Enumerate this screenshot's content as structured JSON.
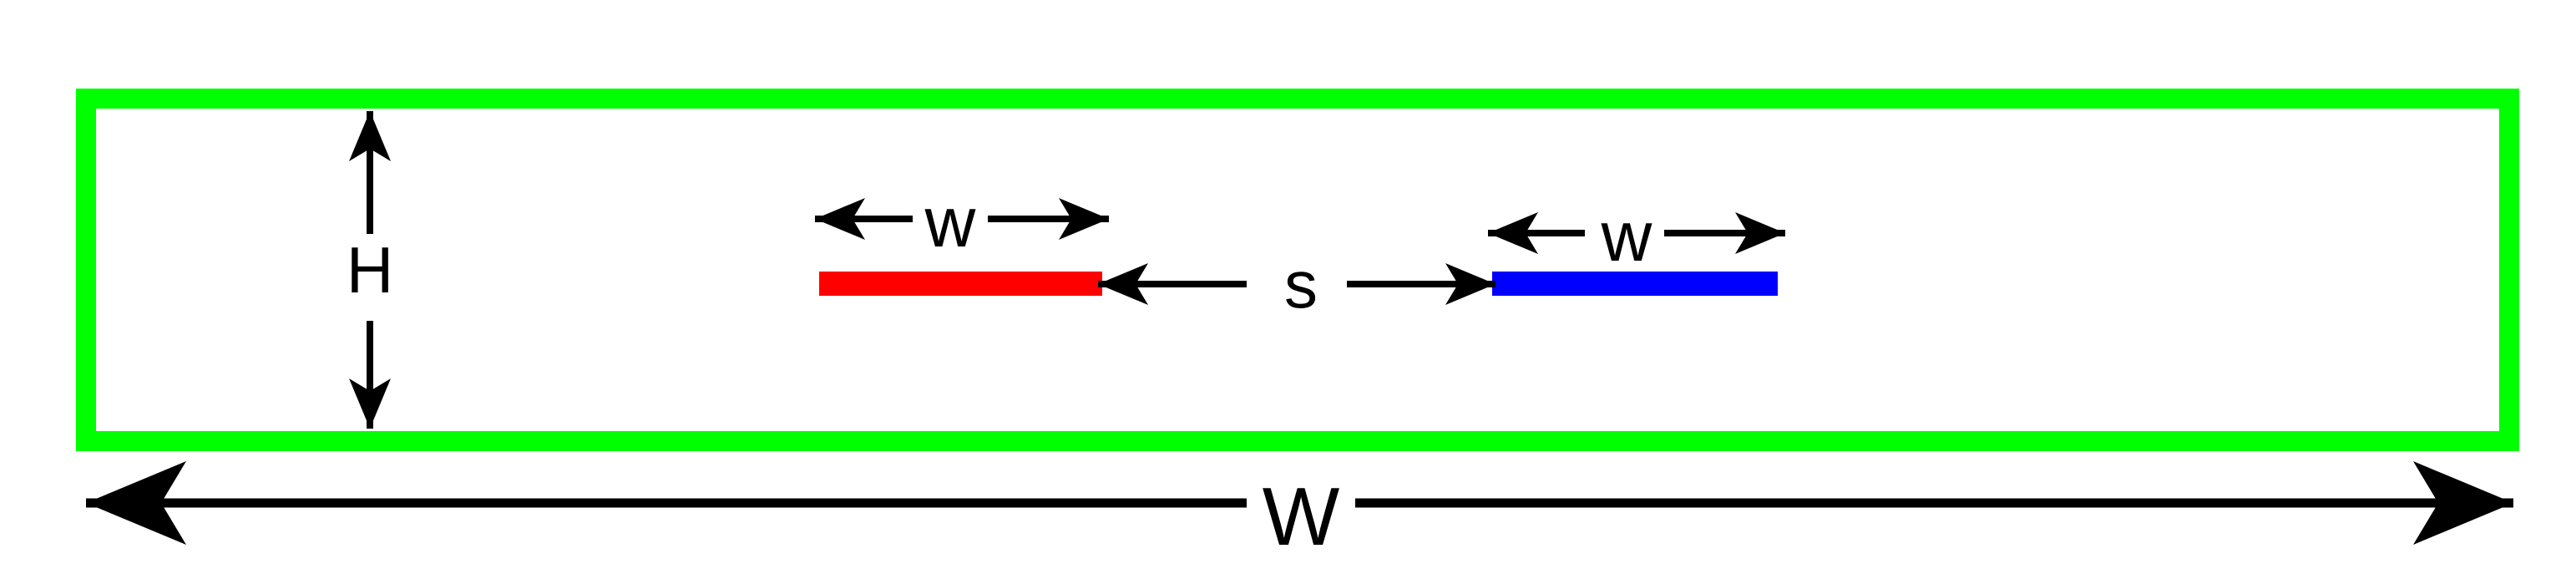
{
  "colors": {
    "enclosure": "#00ff00",
    "left_conductor": "#ff0000",
    "right_conductor": "#0000ff",
    "dimension_lines": "#000000"
  },
  "labels": {
    "enclosure_height": "H",
    "enclosure_width": "W",
    "left_strip_width": "w",
    "right_strip_width": "w",
    "spacing": "s"
  }
}
